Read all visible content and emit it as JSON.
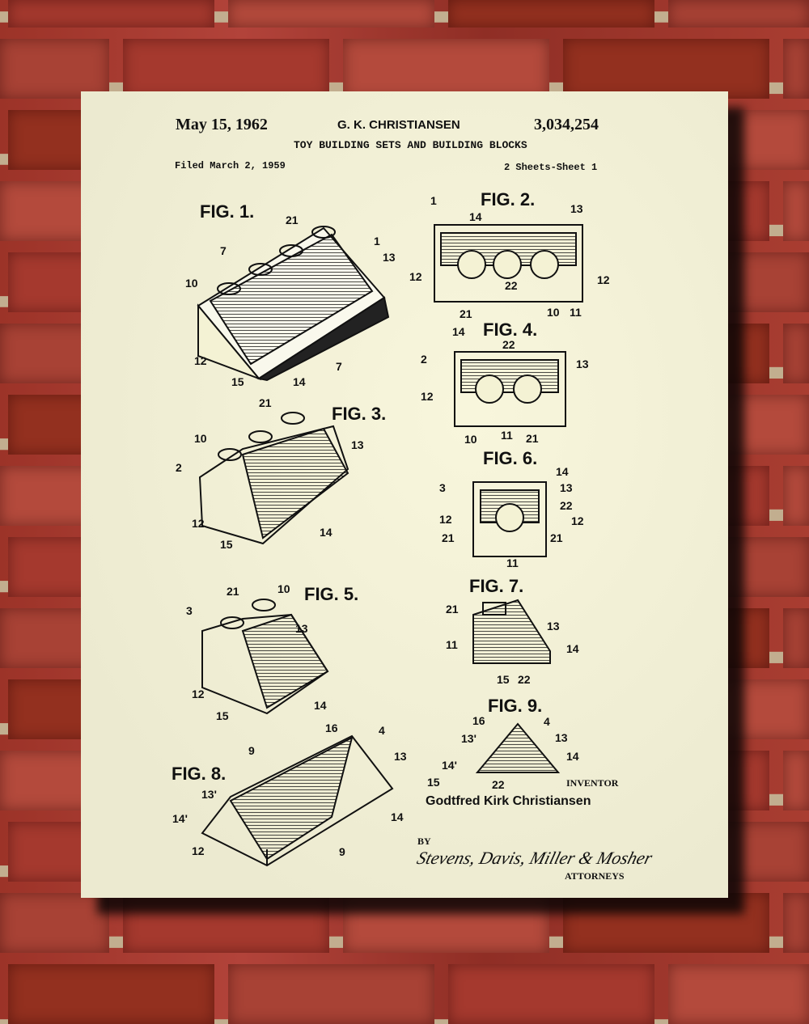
{
  "header": {
    "date": "May 15, 1962",
    "inventor_short": "G. K. CHRISTIANSEN",
    "patent_number": "3,034,254",
    "title": "TOY BUILDING SETS AND BUILDING BLOCKS",
    "filed": "Filed March 2, 1959",
    "sheets": "2 Sheets-Sheet 1"
  },
  "figures": [
    "FIG. 1.",
    "FIG. 2.",
    "FIG. 3.",
    "FIG. 4.",
    "FIG. 5.",
    "FIG. 6.",
    "FIG. 7.",
    "FIG. 8.",
    "FIG. 9."
  ],
  "numerals": {
    "fig1": [
      "21",
      "1",
      "13",
      "7",
      "10",
      "12",
      "15",
      "14",
      "7"
    ],
    "fig2": [
      "1",
      "14",
      "13",
      "12",
      "12",
      "21",
      "22",
      "10",
      "11"
    ],
    "fig4": [
      "14",
      "22",
      "2",
      "13",
      "12",
      "10",
      "11",
      "21"
    ],
    "fig3": [
      "21",
      "10",
      "13",
      "2",
      "12",
      "15",
      "14"
    ],
    "fig6": [
      "14",
      "3",
      "13",
      "22",
      "12",
      "12",
      "21",
      "21",
      "11"
    ],
    "fig5": [
      "21",
      "10",
      "3",
      "13",
      "12",
      "15",
      "14"
    ],
    "fig7": [
      "21",
      "11",
      "13",
      "14",
      "15",
      "22"
    ],
    "fig9": [
      "16",
      "4",
      "13'",
      "13",
      "14'",
      "14",
      "15",
      "22"
    ],
    "fig8": [
      "9",
      "16",
      "4",
      "13",
      "13'",
      "14'",
      "12",
      "14",
      "9"
    ]
  },
  "footer": {
    "inventor_label": "INVENTOR",
    "inventor_name": "Godtfred Kirk Christiansen",
    "by": "BY",
    "attorneys_signature": "Stevens, Davis, Miller & Mosher",
    "attorneys_label": "ATTORNEYS"
  }
}
